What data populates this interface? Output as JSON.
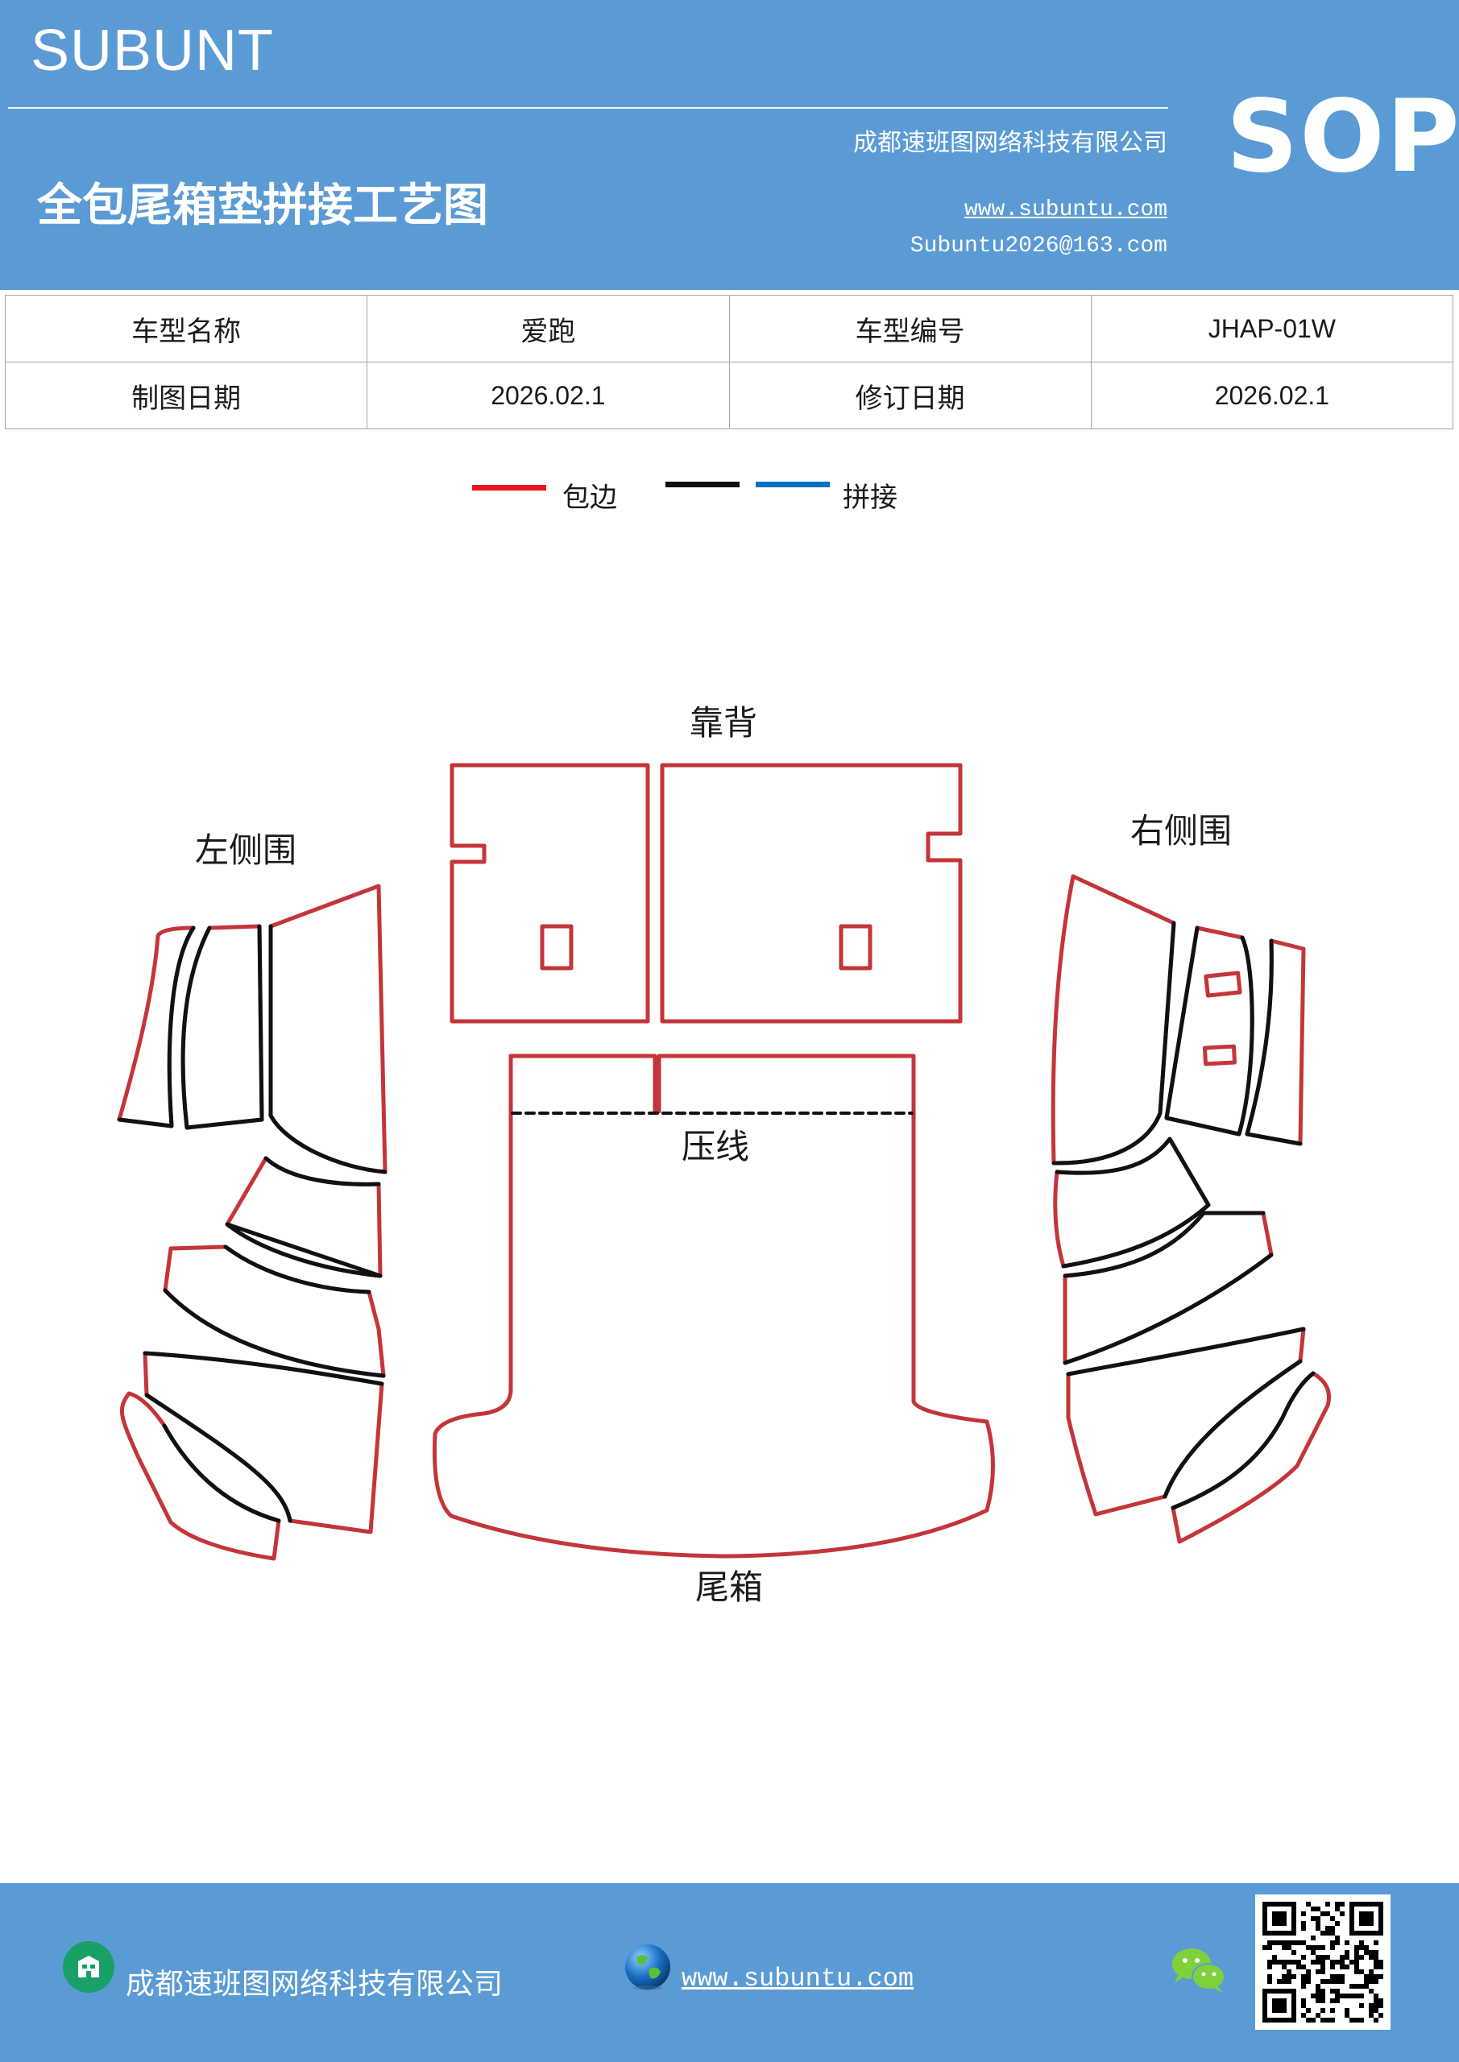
{
  "header": {
    "brand": "SUBUNT",
    "company": "成都速班图网络科技有限公司",
    "title": "全包尾箱垫拼接工艺图",
    "website": "www.subuntu.com",
    "email": "Subuntu2026@163.com",
    "badge": "SOP"
  },
  "info_table": {
    "rows": [
      [
        "车型名称",
        "爱跑",
        "车型编号",
        "JHAP-01W"
      ],
      [
        "制图日期",
        "2026.02.1",
        "修订日期",
        "2026.02.1"
      ]
    ]
  },
  "legend": {
    "items": [
      {
        "label": "包边",
        "colors": [
          "#e8141b"
        ]
      },
      {
        "label": "拼接",
        "colors": [
          "#111111",
          "#0070c0"
        ]
      }
    ]
  },
  "diagram": {
    "labels": {
      "backrest": "靠背",
      "left_side": "左侧围",
      "right_side": "右侧围",
      "crease": "压线",
      "trunk": "尾箱"
    },
    "colors": {
      "edge": "#c4353a",
      "seam": "#111111"
    }
  },
  "footer": {
    "company": "成都速班图网络科技有限公司",
    "website": "www.subuntu.com ",
    "icons": [
      "building-icon",
      "globe-icon",
      "wechat-icon",
      "qr-code"
    ]
  }
}
